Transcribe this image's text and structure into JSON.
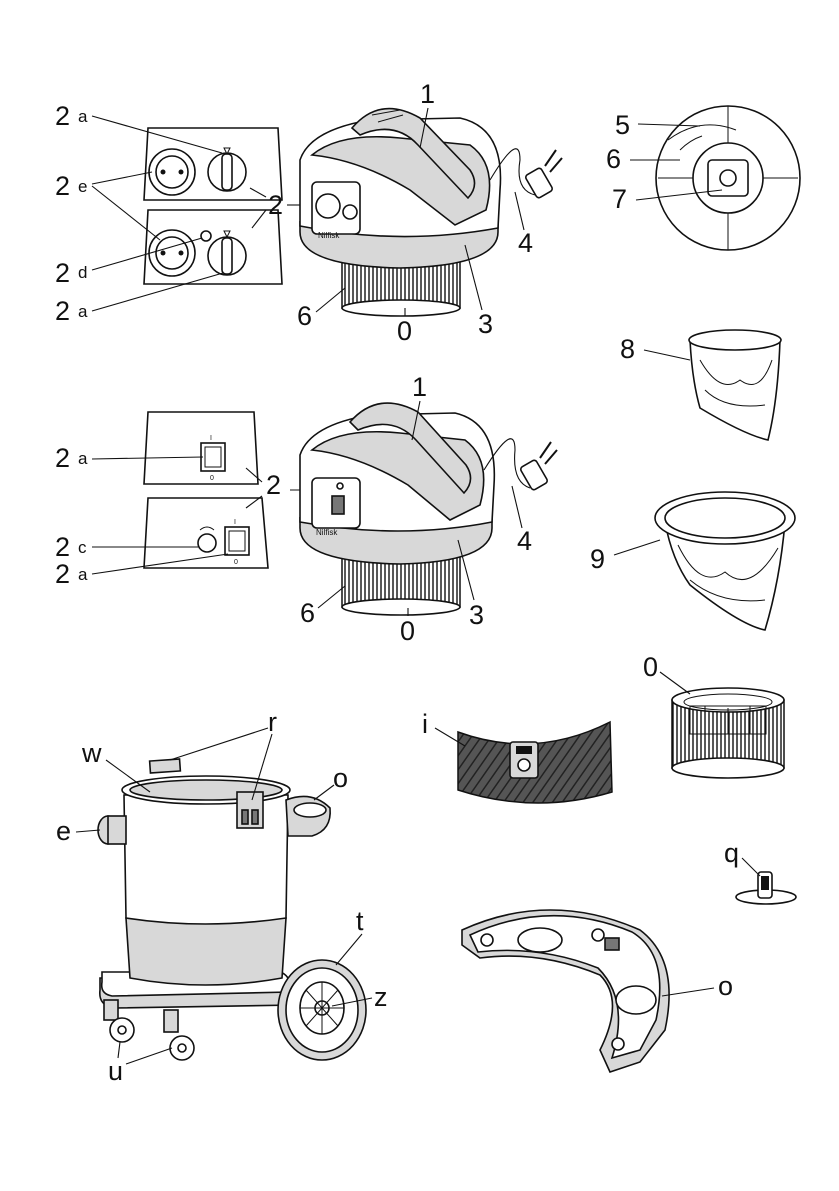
{
  "callouts": {
    "c2a_top": {
      "num": "2",
      "sub": "a"
    },
    "c2e": {
      "num": "2",
      "sub": "e"
    },
    "c2d": {
      "num": "2",
      "sub": "d"
    },
    "c2a_bot1": {
      "num": "2",
      "sub": "a"
    },
    "c2_mid1": {
      "num": "2"
    },
    "c1_top": {
      "num": "1"
    },
    "c4_top": {
      "num": "4"
    },
    "c6_top": {
      "num": "6"
    },
    "c0_top": {
      "num": "0"
    },
    "c3_top": {
      "num": "3"
    },
    "c5": {
      "num": "5"
    },
    "c6_disc": {
      "num": "6"
    },
    "c7": {
      "num": "7"
    },
    "c8": {
      "num": "8"
    },
    "c2a_mid": {
      "num": "2",
      "sub": "a"
    },
    "c2_mid2": {
      "num": "2"
    },
    "c2c": {
      "num": "2",
      "sub": "c"
    },
    "c2a_mid2": {
      "num": "2",
      "sub": "a"
    },
    "c1_mid": {
      "num": "1"
    },
    "c4_mid": {
      "num": "4"
    },
    "c6_mid": {
      "num": "6"
    },
    "c0_mid": {
      "num": "0"
    },
    "c3_mid": {
      "num": "3"
    },
    "c9": {
      "num": "9"
    },
    "c0_filter": {
      "num": "0"
    },
    "c_r": {
      "num": "r"
    },
    "c_w": {
      "num": "w"
    },
    "c_o_top": {
      "num": "o"
    },
    "c_e": {
      "num": "e"
    },
    "c_t": {
      "num": "t"
    },
    "c_z": {
      "num": "z"
    },
    "c_u": {
      "num": "u"
    },
    "c_i": {
      "num": "i"
    },
    "c_q": {
      "num": "q"
    },
    "c_o_bot": {
      "num": "o"
    }
  },
  "panel_marks": {
    "switch_on": "I",
    "switch_off": "0"
  },
  "brand_text": "Nilfisk",
  "colors": {
    "ink": "#111111",
    "shade": "#d8d8d8",
    "dark": "#777777"
  }
}
